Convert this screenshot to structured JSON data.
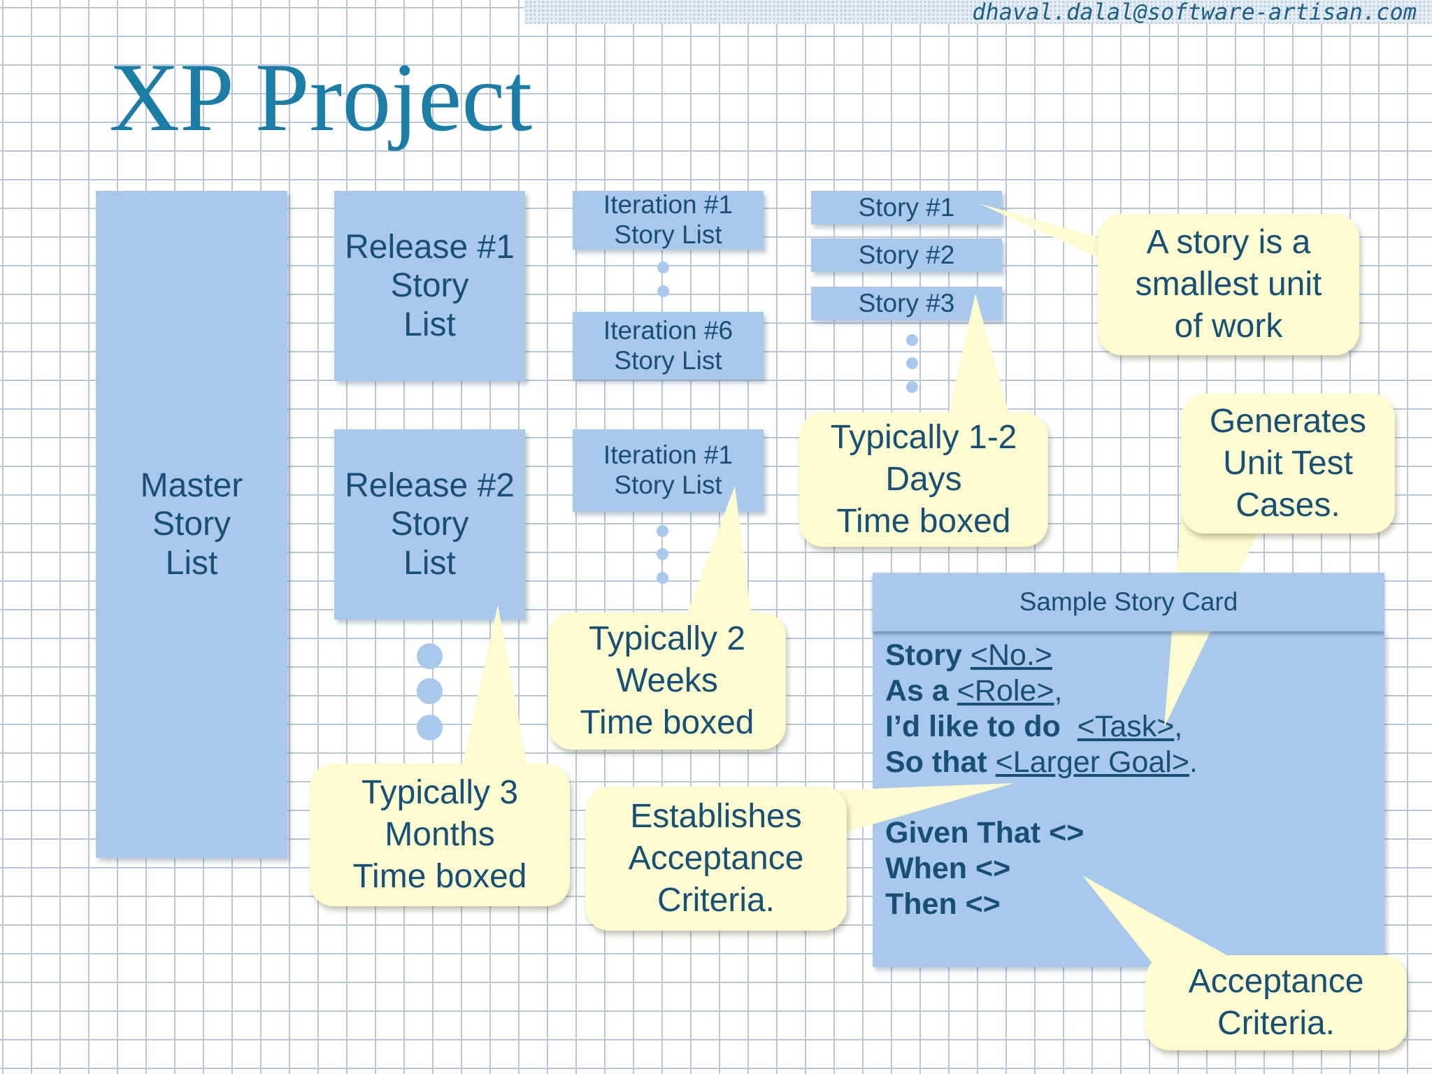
{
  "header": {
    "email": "dhaval.dalal@software-artisan.com"
  },
  "slide": {
    "title": "XP Project"
  },
  "master": {
    "lines": [
      "Master",
      "Story",
      "List"
    ]
  },
  "release1": {
    "lines": [
      "Release #1",
      "Story",
      "List"
    ]
  },
  "release2": {
    "lines": [
      "Release #2",
      "Story",
      "List"
    ]
  },
  "iteration1a": {
    "lines": [
      "Iteration #1",
      "Story List"
    ]
  },
  "iteration6": {
    "lines": [
      "Iteration #6",
      "Story List"
    ]
  },
  "iteration1b": {
    "lines": [
      "Iteration #1",
      "Story List"
    ]
  },
  "stories": [
    "Story #1",
    "Story #2",
    "Story #3"
  ],
  "callouts": {
    "smallest_unit": [
      "A story is a",
      "smallest unit",
      "of work"
    ],
    "days": [
      "Typically 1-2",
      "Days",
      "Time boxed"
    ],
    "unit_tests": [
      "Generates",
      "Unit Test",
      "Cases."
    ],
    "weeks": [
      "Typically 2",
      "Weeks",
      "Time boxed"
    ],
    "months": [
      "Typically 3",
      "Months",
      "Time boxed"
    ],
    "establishes": [
      "Establishes",
      "Acceptance",
      "Criteria."
    ],
    "acceptance": [
      "Acceptance",
      "Criteria."
    ]
  },
  "story_card": {
    "title": "Sample Story Card",
    "story_keyword": "Story",
    "story_no": "<No.>",
    "as_a_keyword": "As a",
    "role": "<Role>",
    "like_keyword": "I’d like to do",
    "task": "<Task>",
    "so_that_keyword": "So that",
    "goal": "<Larger Goal>",
    "comma": ",",
    "period": ".",
    "given": "Given That",
    "when": "When",
    "then": "Then",
    "placeholder": "<>"
  },
  "colors": {
    "box_fill": "#a9c8ec",
    "callout_fill": "#fdfcd0",
    "text": "#174f76",
    "title": "#1b7ca6"
  }
}
